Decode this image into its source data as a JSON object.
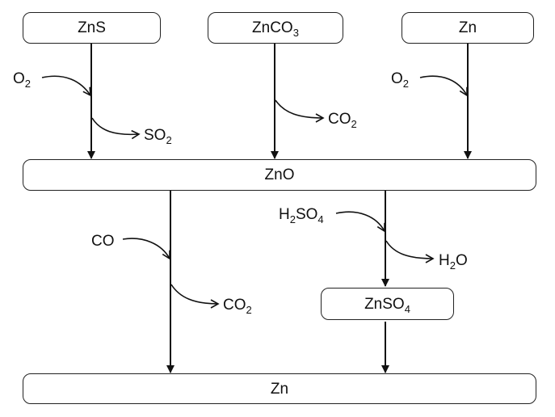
{
  "colors": {
    "stroke": "#111111",
    "box_border": "#222222",
    "background": "#ffffff"
  },
  "boxes": {
    "zns": {
      "main": "ZnS"
    },
    "znco3": {
      "main": "ZnCO",
      "sub": "3"
    },
    "zn_top": {
      "main": "Zn"
    },
    "zno": {
      "main": "ZnO"
    },
    "znso4": {
      "main": "ZnSO",
      "sub": "4"
    },
    "zn_bottom": {
      "main": "Zn"
    }
  },
  "reagents": {
    "o2_left": {
      "main": "O",
      "sub": "2"
    },
    "so2": {
      "main": "SO",
      "sub": "2"
    },
    "co2_mid": {
      "main": "CO",
      "sub": "2"
    },
    "o2_right": {
      "main": "O",
      "sub": "2"
    },
    "h2so4": {
      "p1": "H",
      "s1": "2",
      "p2": "SO",
      "s2": "4"
    },
    "h2o": {
      "p1": "H",
      "s1": "2",
      "p2": "O"
    },
    "co": {
      "main": "CO"
    },
    "co2_bottom": {
      "main": "CO",
      "sub": "2"
    }
  }
}
